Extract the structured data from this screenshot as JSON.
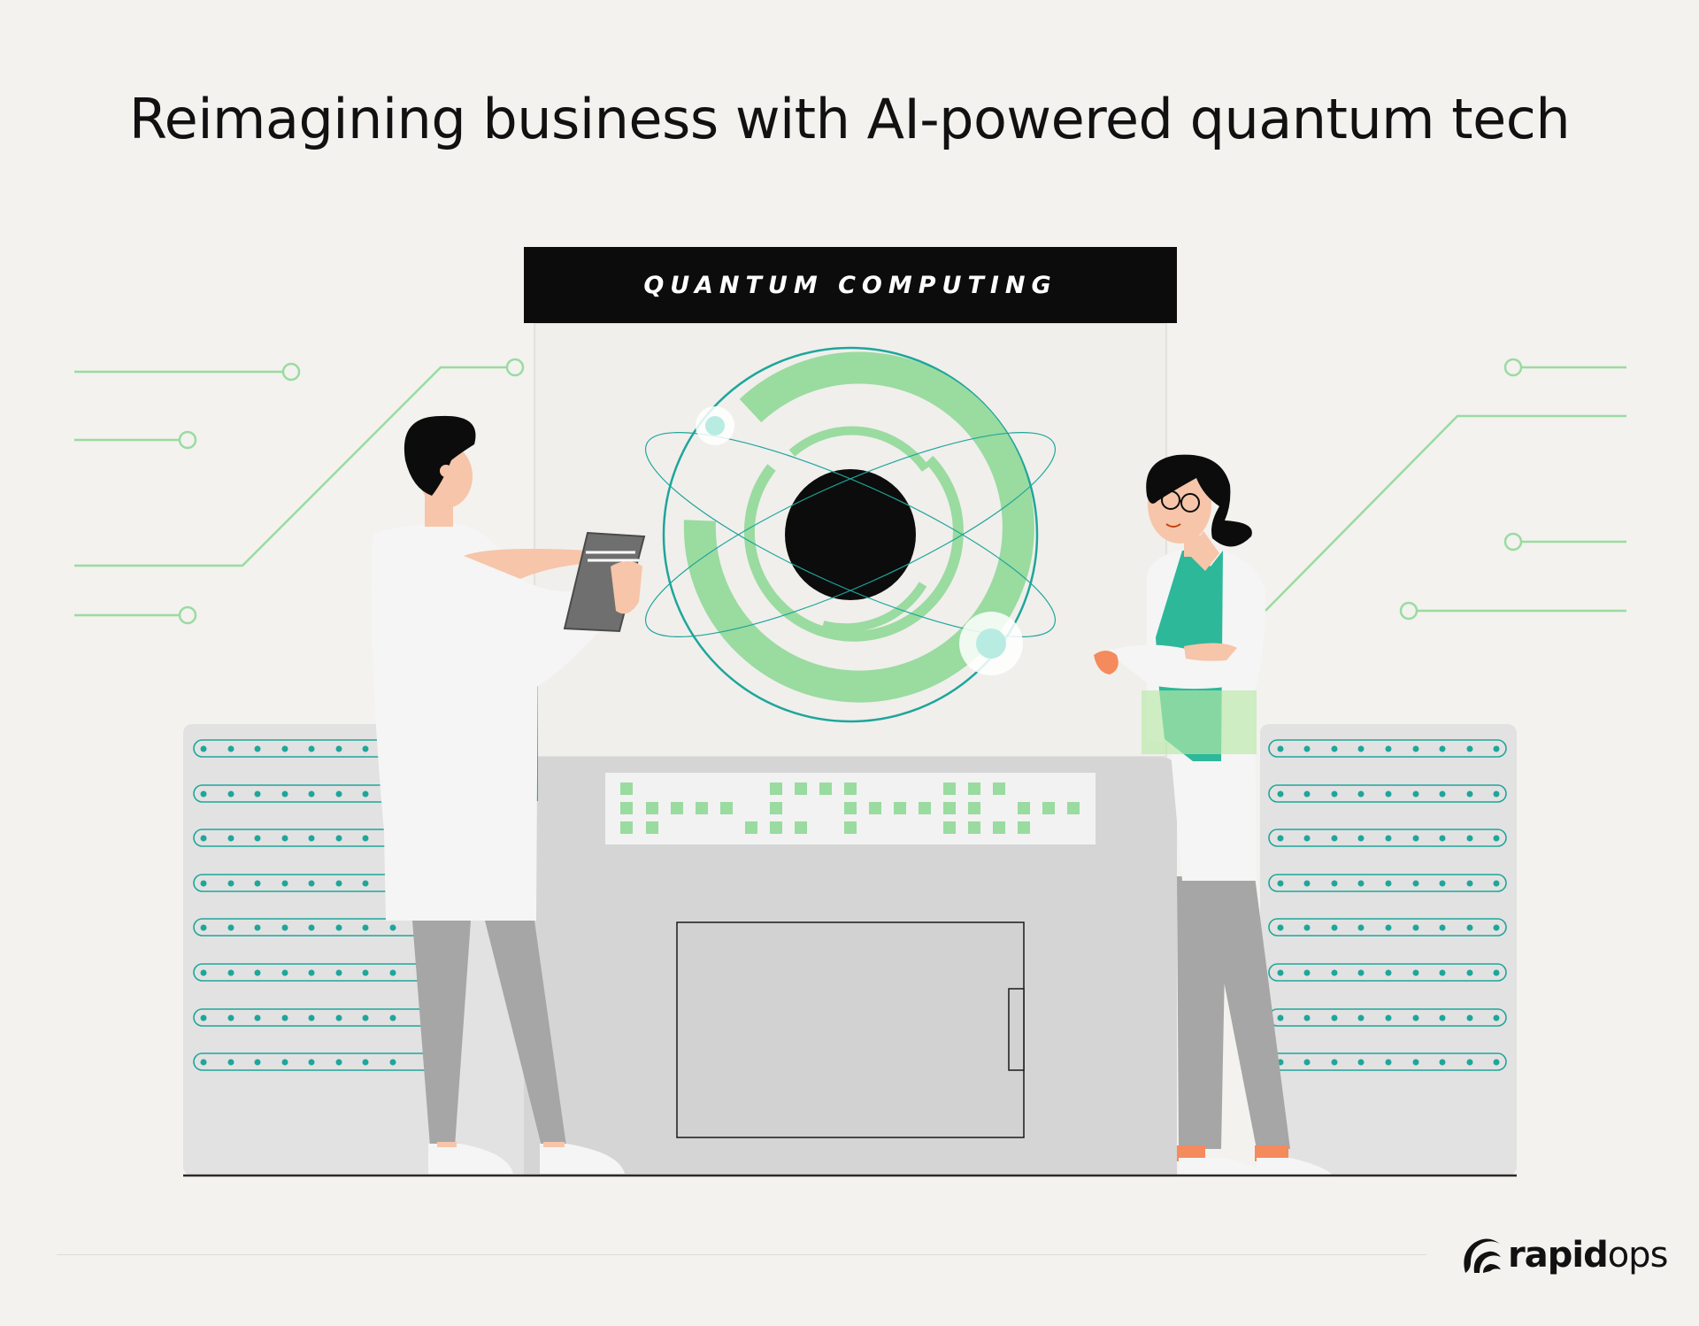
{
  "headline": "Reimagining business with AI-powered quantum tech",
  "banner": "QUANTUM COMPUTING",
  "brand": {
    "part1": "rapid",
    "part2": "ops",
    "icon": "rapidops-logo-icon"
  },
  "colors": {
    "background": "#f3f2ef",
    "accent_green": "#9adba0",
    "accent_teal": "#1ea69a",
    "banner_bg": "#0c0c0c",
    "machine_gray": "#d5d5d5",
    "server_gray": "#e2e2e2"
  },
  "icons": [
    "quantum-core-icon",
    "circuit-lines-icon",
    "server-rack-icon",
    "scientist-man-icon",
    "scientist-woman-icon",
    "tablet-icon"
  ]
}
